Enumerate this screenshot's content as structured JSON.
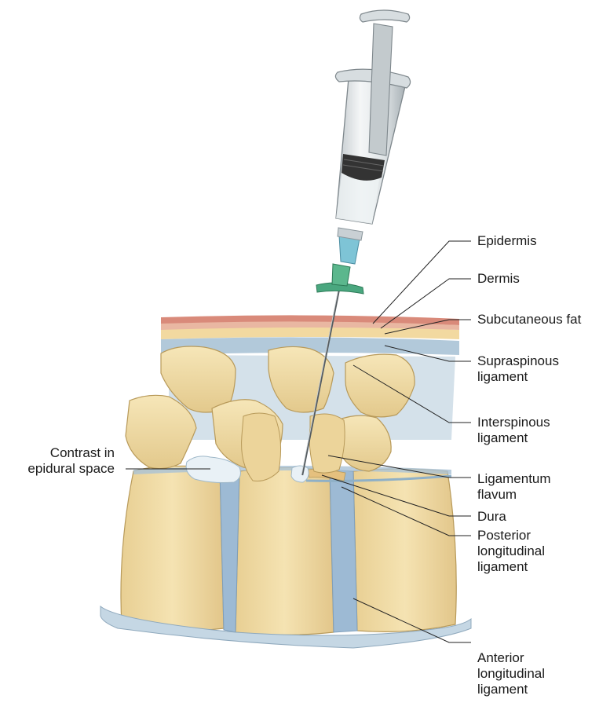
{
  "labels": {
    "epidermis": "Epidermis",
    "dermis": "Dermis",
    "subcutaneous_fat": "Subcutaneous fat",
    "supraspinous": [
      "Supraspinous",
      "ligament"
    ],
    "interspinous": [
      "Interspinous",
      "ligament"
    ],
    "ligamentum_flavum": [
      "Ligamentum",
      "flavum"
    ],
    "dura": "Dura",
    "posterior_longitudinal": [
      "Posterior",
      "longitudinal",
      "ligament"
    ],
    "anterior_longitudinal": [
      "Anterior",
      "longitudinal",
      "ligament"
    ],
    "contrast": [
      "Contrast in",
      "epidural space"
    ]
  },
  "colors": {
    "bone": "#f1dca4",
    "bone_shadow": "#d9bd7c",
    "bone_edge": "#b89a5a",
    "ligament_blue": "#aac3d6",
    "disc_blue": "#9dbad4",
    "epidermis_red": "#d98a7a",
    "fat_yellow": "#f2d9a0",
    "syringe_barrel": "#e4e8ea",
    "hub_green": "#4aa77f",
    "needle_tip_blue": "#7ec4d6",
    "plunger_black": "#333333",
    "contrast_white": "#e9f1f6",
    "leader_line": "#222222"
  }
}
